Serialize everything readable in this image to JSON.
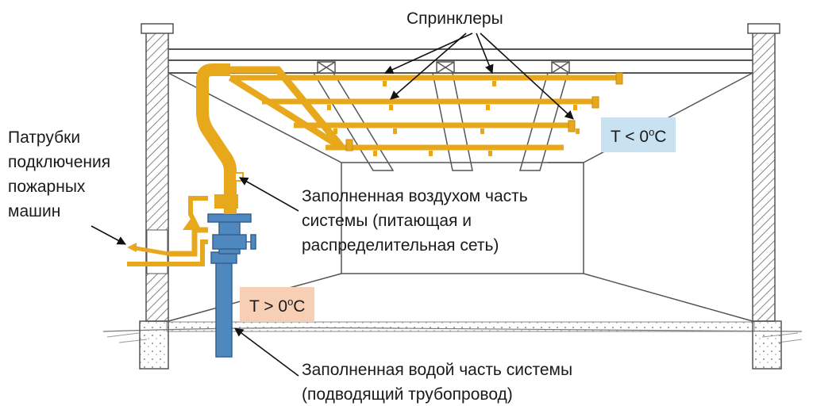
{
  "labels": {
    "sprinklers": "Спринклеры",
    "fire_connections": [
      "Патрубки",
      "подключения",
      "пожарных",
      "машин"
    ],
    "air_part": [
      "Заполненная воздухом часть",
      "системы (питающая и",
      "распределительная сеть)"
    ],
    "water_part": [
      "Заполненная водой часть системы",
      "(подводящий трубопровод)"
    ]
  },
  "temps": {
    "cold": {
      "prefix": "T < 0",
      "sup": "o",
      "suffix": "C"
    },
    "warm": {
      "prefix": "T > 0",
      "sup": "o",
      "suffix": "C"
    }
  },
  "colors": {
    "dry_pipe": "#e8a81c",
    "wet_pipe": "#4f87bf",
    "cold_box": "#c9e2f2",
    "warm_box": "#f7cfb5",
    "structure": "#555555"
  }
}
